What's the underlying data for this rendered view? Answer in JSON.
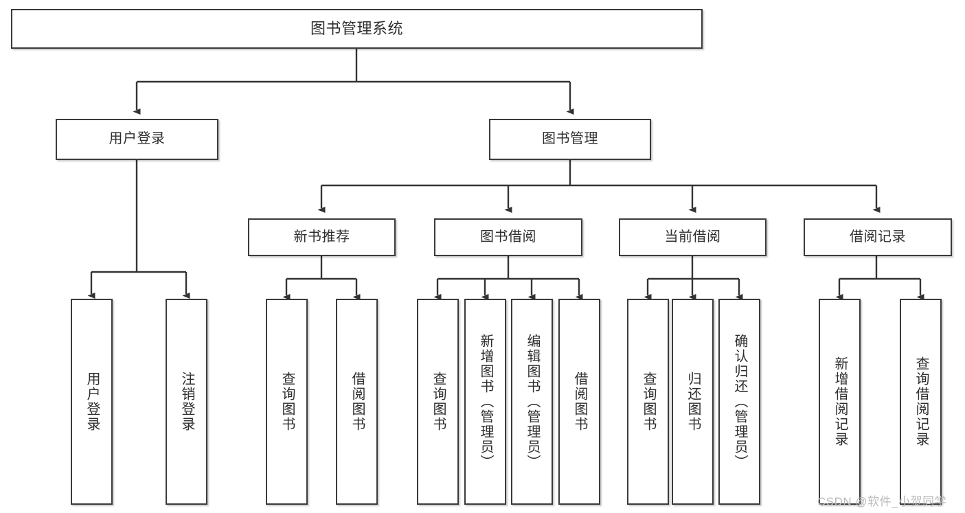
{
  "diagram": {
    "title": "图书管理系统",
    "type": "hierarchy-tree",
    "theme": {
      "background": "#ffffff",
      "box_border": "#3b3b3b",
      "box_fill": "#ffffff",
      "text": "#2e2e2e",
      "edge": "#333333",
      "watermark": "#b9b9b9"
    },
    "nodes": {
      "root": {
        "label": "图书管理系统"
      },
      "level2": [
        {
          "id": "user-login",
          "label": "用户登录"
        },
        {
          "id": "book-manage",
          "label": "图书管理"
        }
      ],
      "level3": [
        {
          "id": "new-book-rec",
          "label": "新书推荐"
        },
        {
          "id": "book-borrow",
          "label": "图书借阅"
        },
        {
          "id": "current-borrow",
          "label": "当前借阅"
        },
        {
          "id": "borrow-record",
          "label": "借阅记录"
        }
      ],
      "leaves": {
        "user_login": [
          {
            "id": "leaf-user-login",
            "label": "用户登录"
          },
          {
            "id": "leaf-logout",
            "label": "注销登录"
          }
        ],
        "new_book_rec": [
          {
            "id": "leaf-query-book-1",
            "label": "查询图书"
          },
          {
            "id": "leaf-borrow-book-1",
            "label": "借阅图书"
          }
        ],
        "book_borrow": [
          {
            "id": "leaf-query-book-2",
            "label": "查询图书"
          },
          {
            "id": "leaf-add-book",
            "label": "新增图书（管理员）"
          },
          {
            "id": "leaf-edit-book",
            "label": "编辑图书（管理员）"
          },
          {
            "id": "leaf-borrow-book-2",
            "label": "借阅图书"
          }
        ],
        "current_borrow": [
          {
            "id": "leaf-query-book-3",
            "label": "查询图书"
          },
          {
            "id": "leaf-return-book",
            "label": "归还图书"
          },
          {
            "id": "leaf-confirm-return",
            "label": "确认归还（管理员）"
          }
        ],
        "borrow_record": [
          {
            "id": "leaf-add-record",
            "label": "新增借阅记录"
          },
          {
            "id": "leaf-query-record",
            "label": "查询借阅记录"
          }
        ]
      }
    },
    "watermark": "CSDN @软件_小贺同学"
  }
}
